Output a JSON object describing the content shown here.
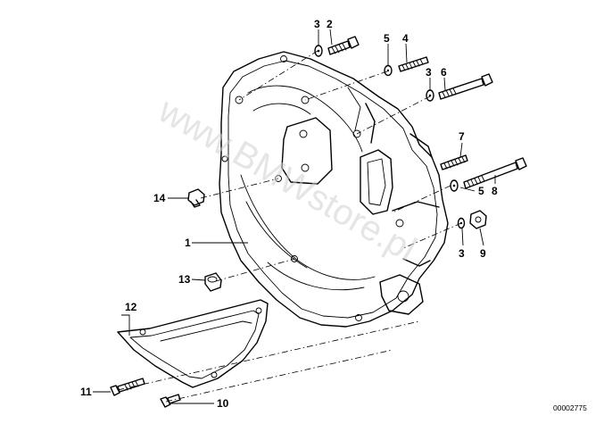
{
  "watermark": "www.BMWstore.pl",
  "diagram_ref": "00002775",
  "callouts": {
    "c1": "1",
    "c2": "2",
    "c3a": "3",
    "c3b": "3",
    "c3c": "3",
    "c4": "4",
    "c5a": "5",
    "c5b": "5",
    "c6": "6",
    "c7": "7",
    "c8": "8",
    "c9": "9",
    "c10": "10",
    "c11": "11",
    "c12": "12",
    "c13": "13",
    "c14": "14"
  }
}
